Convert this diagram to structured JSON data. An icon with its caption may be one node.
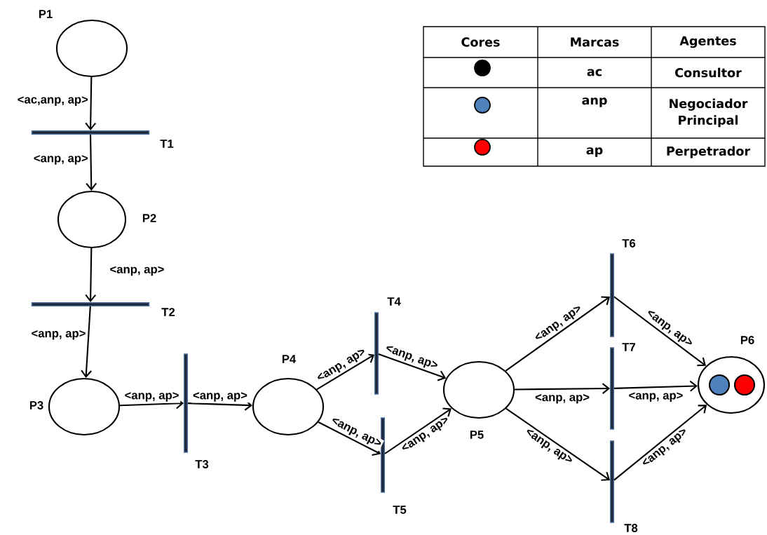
{
  "diagram": {
    "nodes": [
      {
        "text": [
          "P1"
        ]
      },
      {
        "text": [
          "T1"
        ]
      },
      {
        "text": [
          "P2"
        ]
      },
      {
        "text": [
          "T2"
        ]
      },
      {
        "text": [
          "P3"
        ]
      },
      {
        "text": [
          "T3"
        ]
      },
      {
        "text": [
          "P4"
        ]
      },
      {
        "text": [
          "T4"
        ]
      },
      {
        "text": [
          "T5"
        ]
      },
      {
        "text": [
          "P5"
        ]
      },
      {
        "text": [
          "T6"
        ]
      },
      {
        "text": [
          "T7"
        ]
      },
      {
        "text": [
          "T8"
        ]
      },
      {
        "text": [
          "P6"
        ]
      },
      {
        "text": [],
        "shape": "circle",
        "in": 13
      },
      {
        "text": [],
        "shape": "circle",
        "in": 13
      }
    ],
    "edges": [
      {
        "from": 0,
        "to": 1,
        "arrow": "to",
        "label": "<ac,anp, ap>"
      },
      {
        "from": 1,
        "to": 2,
        "arrow": "to",
        "label": "<anp, ap>"
      },
      {
        "from": 2,
        "to": 3,
        "arrow": "to",
        "label": "<anp, ap>"
      },
      {
        "from": 3,
        "to": 4,
        "arrow": "to",
        "label": "<anp, ap>"
      },
      {
        "from": 4,
        "to": 5,
        "arrow": "to",
        "label": "<anp, ap>"
      },
      {
        "from": 5,
        "to": 6,
        "arrow": "to",
        "label": "<anp, ap>"
      },
      {
        "from": 6,
        "to": 7,
        "arrow": "to",
        "label": "<anp, ap>"
      },
      {
        "from": 7,
        "to": 9,
        "arrow": "to",
        "label": "<anp, ap>"
      },
      {
        "from": 6,
        "to": 8,
        "arrow": "to",
        "label": "<anp, ap>"
      },
      {
        "from": 8,
        "to": 9,
        "arrow": "to",
        "label": "<anp, ap>"
      },
      {
        "from": 9,
        "to": 10,
        "arrow": "to",
        "label": "<anp, ap>"
      },
      {
        "from": 10,
        "to": 13,
        "arrow": "to",
        "label": "<anp, ap>"
      },
      {
        "from": 9,
        "to": 11,
        "arrow": "to",
        "label": "<anp, ap>"
      },
      {
        "from": 11,
        "to": 13,
        "arrow": "to",
        "label": "<anp, ap>"
      },
      {
        "from": 9,
        "to": 12,
        "arrow": "to",
        "label": "<anp, ap>"
      },
      {
        "from": 12,
        "to": 13,
        "arrow": "to",
        "label": "<anp, ap>"
      }
    ],
    "labels": [
      "Cores",
      "Marcas",
      "Agentes",
      "ac",
      "Consultor",
      "anp",
      "Negociador Principal",
      "ap",
      "Perpetrador"
    ]
  }
}
